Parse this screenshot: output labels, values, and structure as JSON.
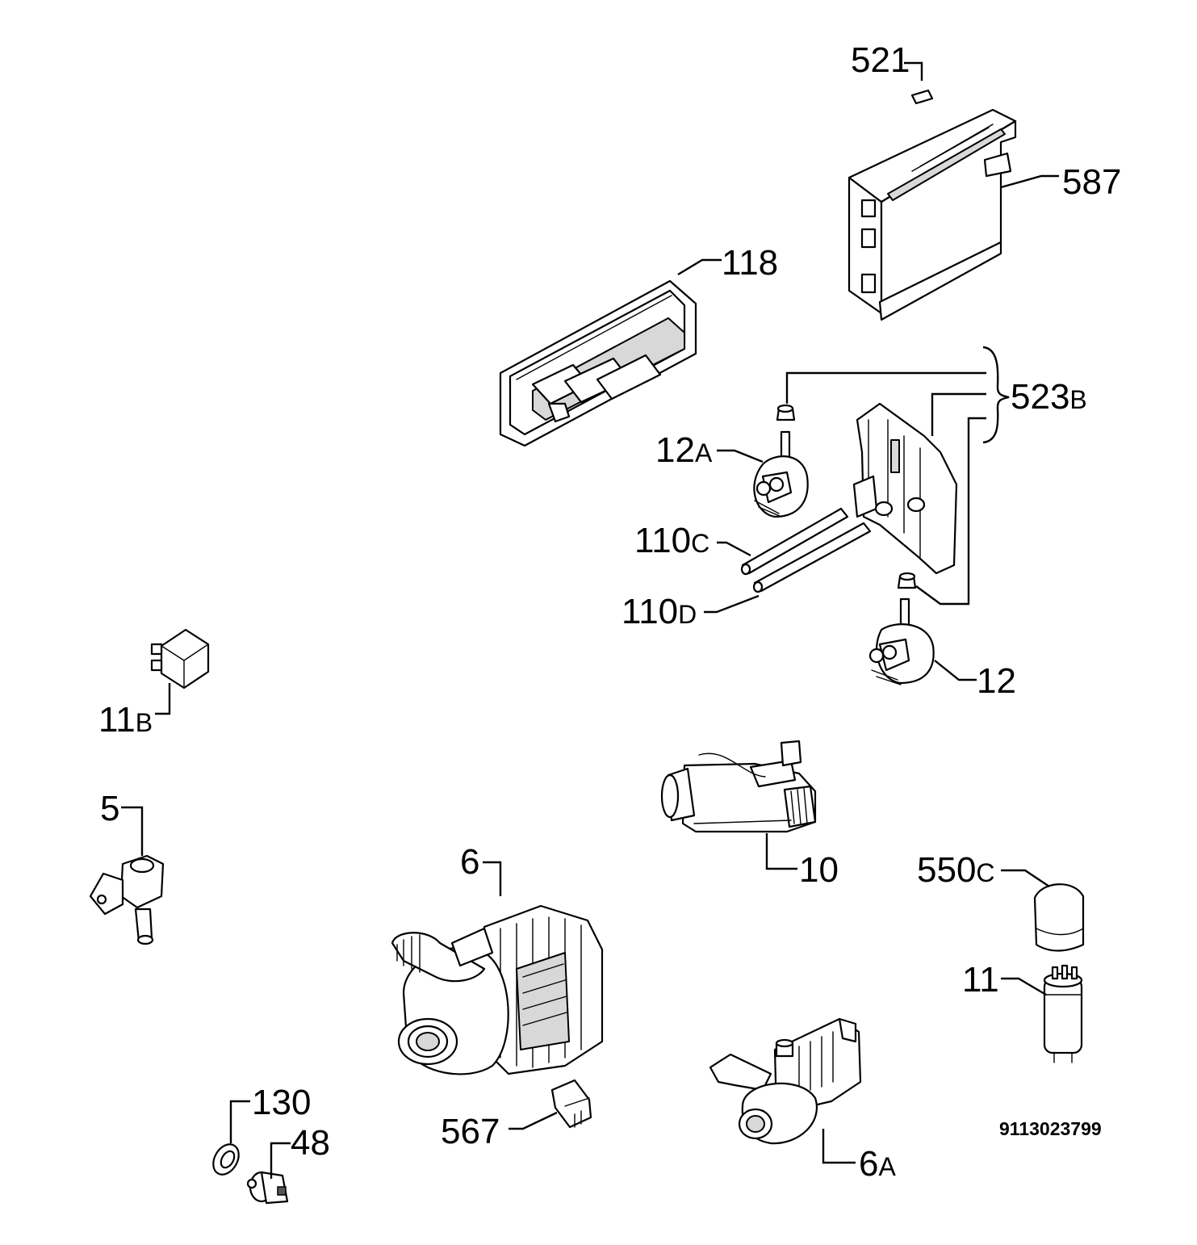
{
  "labels": {
    "p521": "521",
    "p587": "587",
    "p118": "118",
    "p523": "523",
    "p523_suffix": "B",
    "p12a": "12",
    "p12a_suffix": "A",
    "p110c": "110",
    "p110c_suffix": "C",
    "p110d": "110",
    "p110d_suffix": "D",
    "p12": "12",
    "p11b": "11",
    "p11b_suffix": "B",
    "p5": "5",
    "p10": "10",
    "p6": "6",
    "p550c": "550",
    "p550c_suffix": "C",
    "p11": "11",
    "p130": "130",
    "p48": "48",
    "p567": "567",
    "p6a": "6",
    "p6a_suffix": "A"
  },
  "drawing_code": "9113023799"
}
